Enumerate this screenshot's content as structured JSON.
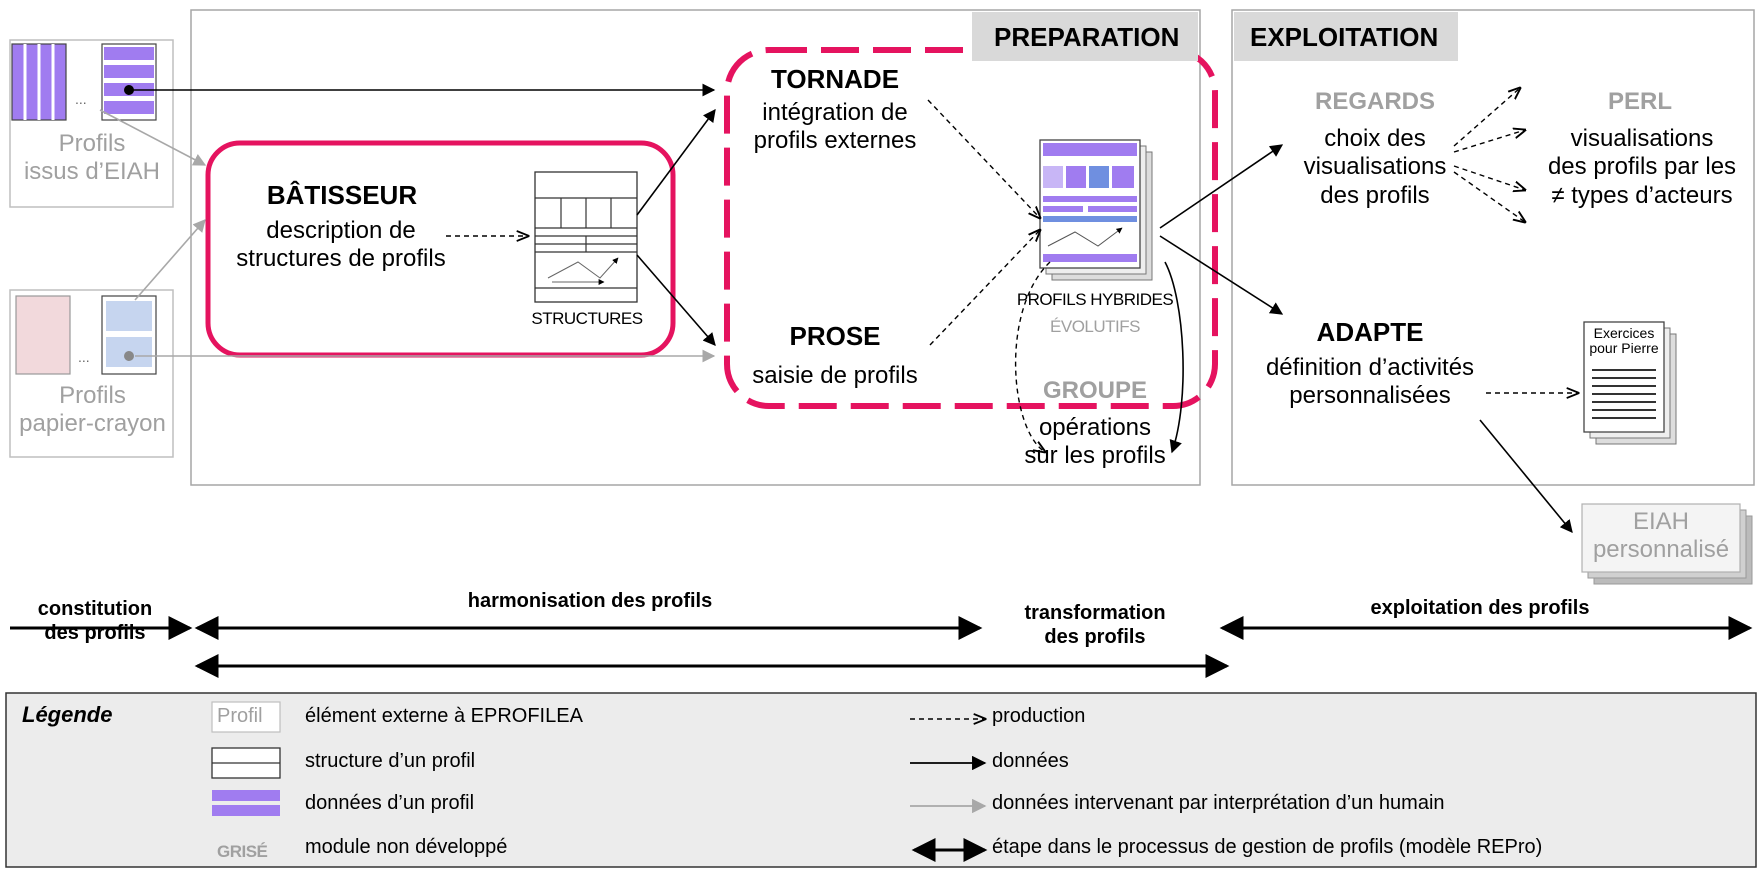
{
  "sections": {
    "preparation": "PREPARATION",
    "exploitation": "EXPLOITATION"
  },
  "sources": {
    "eiah": "Profils\nissus d’EIAH",
    "paper": "Profils\npapier-crayon"
  },
  "modules": {
    "batisseur": {
      "name": "BÂTISSEUR",
      "desc": "description de\nstructures de profils"
    },
    "structures_label": "STRUCTURES",
    "tornade": {
      "name": "TORNADE",
      "desc": "intégration de\nprofils externes"
    },
    "prose": {
      "name": "PROSE",
      "desc": "saisie de profils"
    },
    "hybrides": {
      "line1": "PROFILS HYBRIDES",
      "line2": "ÉVOLUTIFS"
    },
    "groupe": {
      "name": "GROUPE",
      "desc": "opérations\nsur les profils"
    },
    "regards": {
      "name": "REGARDS",
      "desc": "choix des\nvisualisations\ndes profils"
    },
    "perl": {
      "name": "PERL",
      "desc": "visualisations\ndes profils par les\n≠ types d’acteurs"
    },
    "adapte": {
      "name": "ADAPTE",
      "desc": "définition d’activités\npersonnalisées"
    },
    "exercices": "Exercices\npour Pierre",
    "eiah_perso": "EIAH\npersonnalisé"
  },
  "process": {
    "constitution": "constitution\ndes profils",
    "harmonisation": "harmonisation des profils",
    "transformation": "transformation\ndes profils",
    "exploitation": "exploitation des profils"
  },
  "legend": {
    "title": "Légende",
    "profil_box": "Profil",
    "external": "élément externe à EPROFILEA",
    "structure": "structure d’un profil",
    "data": "données d’un profil",
    "grise_sample": "GRISÉ",
    "grise": "module non développé",
    "production": "production",
    "donnees": "données",
    "donnees_humain": "données intervenant par interprétation d’un humain",
    "etape": "étape dans le processus de gestion de profils (modèle REPro)"
  },
  "colors": {
    "highlight": "#e5135f",
    "profile_data": "#a07cf0",
    "grayed": "#a0a0a0",
    "header_bg": "#d9d9d9",
    "legend_bg": "#ececec"
  }
}
